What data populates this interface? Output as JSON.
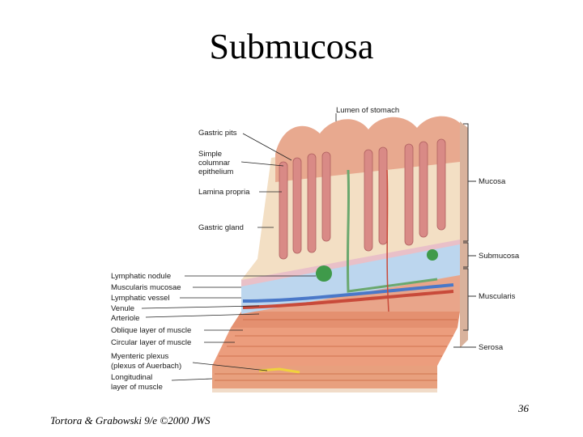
{
  "slide": {
    "title": "Submucosa",
    "page_number": "36",
    "credit": "Tortora & Grabowski 9/e ©2000 JWS"
  },
  "diagram": {
    "top_label": "Lumen of stomach",
    "left_labels": [
      "Gastric pits",
      "Simple",
      "columnar",
      "epithelium",
      "Lamina propria",
      "Gastric gland",
      "Lymphatic nodule",
      "Muscularis mucosae",
      "Lymphatic vessel",
      "Venule",
      "Arteriole",
      "Oblique layer of muscle",
      "Circular layer of muscle",
      "Myenteric plexus",
      "(plexus of Auerbach)",
      "Longitudinal",
      "layer of muscle"
    ],
    "right_labels": [
      "Mucosa",
      "Submucosa",
      "Muscularis",
      "Serosa"
    ],
    "colors": {
      "mucosa": "#e8a98f",
      "gland": "#d98a86",
      "lamina": "#f3dfc4",
      "submucosa": "#bcd6ee",
      "muscle": "#e89a7c",
      "muscle_line": "#c8643f",
      "nodule": "#3f9a4a",
      "lymph": "#6aa86e",
      "vein": "#4a78c8",
      "artery": "#c84a3a",
      "serosa": "#f1dcc9"
    }
  }
}
